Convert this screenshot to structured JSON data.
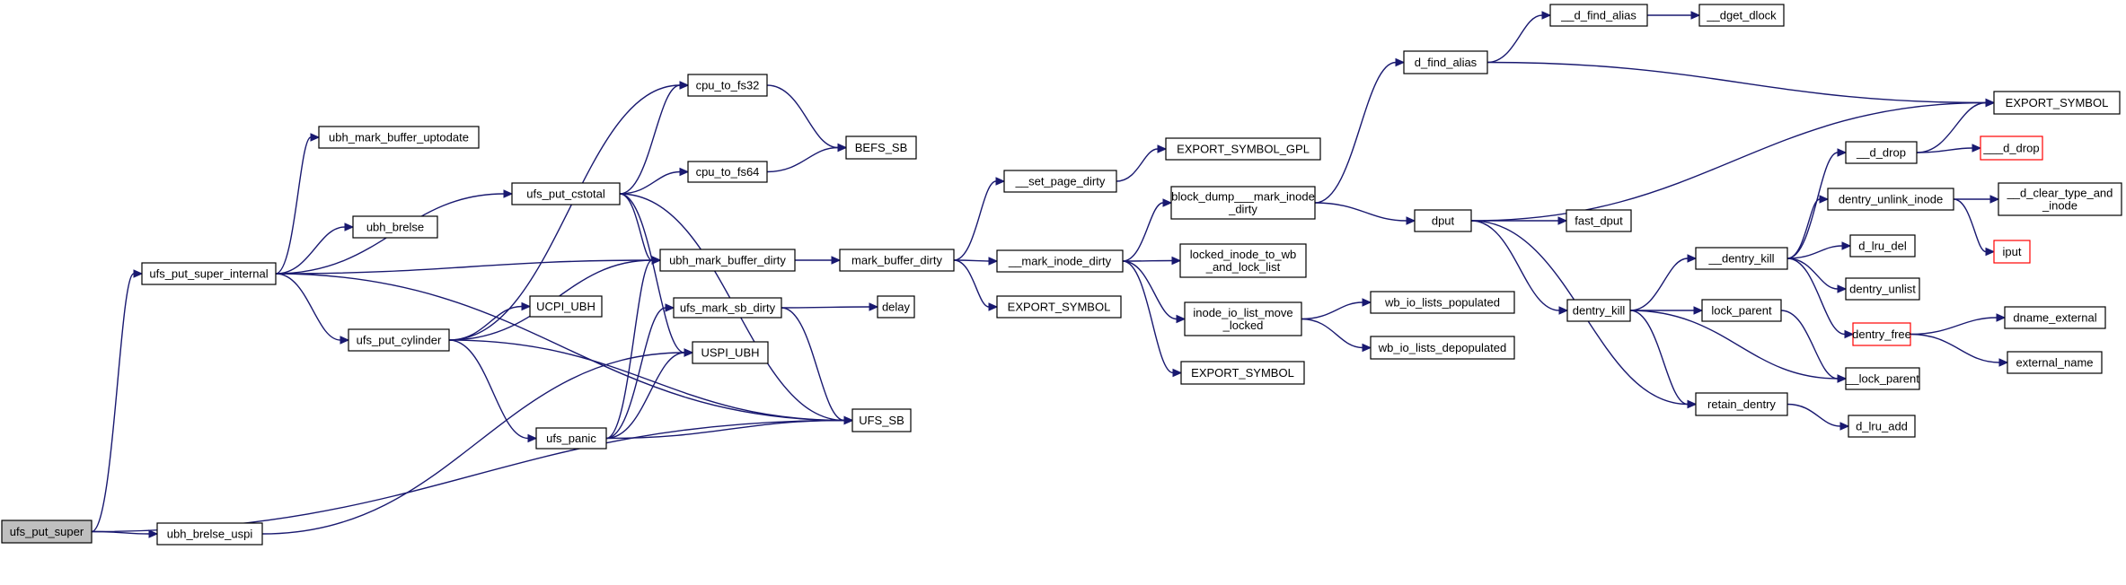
{
  "colors": {
    "edge": "#191970",
    "node_border_normal": "#000000",
    "node_border_truncated": "#ff0000",
    "node_fill": "#ffffff",
    "root_fill": "#bfbfbf",
    "background": "#ffffff"
  },
  "nodes": [
    {
      "id": "ufs_put_super",
      "lines": [
        "ufs_put_super"
      ],
      "root": true
    },
    {
      "id": "ubh_brelse_uspi",
      "lines": [
        "ubh_brelse_uspi"
      ]
    },
    {
      "id": "ufs_put_super_internal",
      "lines": [
        "ufs_put_super_internal"
      ]
    },
    {
      "id": "ubh_mark_buffer_uptodate",
      "lines": [
        "ubh_mark_buffer_uptodate"
      ]
    },
    {
      "id": "ubh_brelse",
      "lines": [
        "ubh_brelse"
      ]
    },
    {
      "id": "ufs_put_cylinder",
      "lines": [
        "ufs_put_cylinder"
      ]
    },
    {
      "id": "ufs_put_cstotal",
      "lines": [
        "ufs_put_cstotal"
      ]
    },
    {
      "id": "UCPI_UBH",
      "lines": [
        "UCPI_UBH"
      ]
    },
    {
      "id": "ufs_panic",
      "lines": [
        "ufs_panic"
      ]
    },
    {
      "id": "cpu_to_fs32",
      "lines": [
        "cpu_to_fs32"
      ]
    },
    {
      "id": "cpu_to_fs64",
      "lines": [
        "cpu_to_fs64"
      ]
    },
    {
      "id": "BEFS_SB",
      "lines": [
        "BEFS_SB"
      ]
    },
    {
      "id": "ubh_mark_buffer_dirty",
      "lines": [
        "ubh_mark_buffer_dirty"
      ]
    },
    {
      "id": "ufs_mark_sb_dirty",
      "lines": [
        "ufs_mark_sb_dirty"
      ]
    },
    {
      "id": "USPI_UBH",
      "lines": [
        "USPI_UBH"
      ]
    },
    {
      "id": "UFS_SB",
      "lines": [
        "UFS_SB"
      ]
    },
    {
      "id": "delay",
      "lines": [
        "delay"
      ]
    },
    {
      "id": "mark_buffer_dirty",
      "lines": [
        "mark_buffer_dirty"
      ]
    },
    {
      "id": "set_page_dirty",
      "lines": [
        "__set_page_dirty"
      ]
    },
    {
      "id": "mark_inode_dirty",
      "lines": [
        "__mark_inode_dirty"
      ]
    },
    {
      "id": "EXPORT_SYMBOL_1",
      "lines": [
        "EXPORT_SYMBOL"
      ]
    },
    {
      "id": "EXPORT_SYMBOL_GPL",
      "lines": [
        "EXPORT_SYMBOL_GPL"
      ]
    },
    {
      "id": "block_dump",
      "lines": [
        "block_dump___mark_inode",
        "_dirty"
      ]
    },
    {
      "id": "locked_inode",
      "lines": [
        "locked_inode_to_wb",
        "_and_lock_list"
      ]
    },
    {
      "id": "inode_io_list_move",
      "lines": [
        "inode_io_list_move",
        "_locked"
      ]
    },
    {
      "id": "EXPORT_SYMBOL_2",
      "lines": [
        "EXPORT_SYMBOL"
      ]
    },
    {
      "id": "d_find_alias",
      "lines": [
        "d_find_alias"
      ]
    },
    {
      "id": "__d_find_alias",
      "lines": [
        "__d_find_alias"
      ]
    },
    {
      "id": "__dget_dlock",
      "lines": [
        "__dget_dlock"
      ]
    },
    {
      "id": "dput",
      "lines": [
        "dput"
      ]
    },
    {
      "id": "wb_io_lists_populated",
      "lines": [
        "wb_io_lists_populated"
      ]
    },
    {
      "id": "wb_io_lists_depopulated",
      "lines": [
        "wb_io_lists_depopulated"
      ]
    },
    {
      "id": "fast_dput",
      "lines": [
        "fast_dput"
      ]
    },
    {
      "id": "dentry_kill",
      "lines": [
        "dentry_kill"
      ]
    },
    {
      "id": "lock_parent",
      "lines": [
        "lock_parent"
      ]
    },
    {
      "id": "retain_dentry",
      "lines": [
        "retain_dentry"
      ]
    },
    {
      "id": "__dentry_kill",
      "lines": [
        "__dentry_kill"
      ]
    },
    {
      "id": "EXPORT_SYMBOL_3",
      "lines": [
        "EXPORT_SYMBOL"
      ]
    },
    {
      "id": "__d_drop",
      "lines": [
        "__d_drop"
      ]
    },
    {
      "id": "___d_drop",
      "lines": [
        "___d_drop"
      ],
      "truncated": true
    },
    {
      "id": "dentry_unlink_inode",
      "lines": [
        "dentry_unlink_inode"
      ]
    },
    {
      "id": "__d_clear_type_and_inode",
      "lines": [
        "__d_clear_type_and",
        "_inode"
      ]
    },
    {
      "id": "iput",
      "lines": [
        "iput"
      ],
      "truncated": true
    },
    {
      "id": "d_lru_del",
      "lines": [
        "d_lru_del"
      ]
    },
    {
      "id": "dentry_unlist",
      "lines": [
        "dentry_unlist"
      ]
    },
    {
      "id": "dentry_free",
      "lines": [
        "dentry_free"
      ],
      "truncated": true
    },
    {
      "id": "dname_external",
      "lines": [
        "dname_external"
      ]
    },
    {
      "id": "external_name",
      "lines": [
        "external_name"
      ]
    },
    {
      "id": "__lock_parent",
      "lines": [
        "__lock_parent"
      ]
    },
    {
      "id": "d_lru_add",
      "lines": [
        "d_lru_add"
      ]
    }
  ],
  "edges": [
    [
      "ufs_put_super",
      "ufs_put_super_internal"
    ],
    [
      "ufs_put_super",
      "ubh_brelse_uspi"
    ],
    [
      "ufs_put_super",
      "UFS_SB"
    ],
    [
      "ubh_brelse_uspi",
      "USPI_UBH"
    ],
    [
      "ufs_put_super_internal",
      "ubh_mark_buffer_uptodate"
    ],
    [
      "ufs_put_super_internal",
      "ufs_put_cstotal"
    ],
    [
      "ufs_put_super_internal",
      "ubh_brelse"
    ],
    [
      "ufs_put_super_internal",
      "ubh_mark_buffer_dirty"
    ],
    [
      "ufs_put_super_internal",
      "ufs_put_cylinder"
    ],
    [
      "ufs_put_super_internal",
      "UFS_SB"
    ],
    [
      "ufs_put_cylinder",
      "cpu_to_fs32"
    ],
    [
      "ufs_put_cylinder",
      "ubh_mark_buffer_dirty"
    ],
    [
      "ufs_put_cylinder",
      "UCPI_UBH"
    ],
    [
      "ufs_put_cylinder",
      "ufs_panic"
    ],
    [
      "ufs_put_cylinder",
      "UFS_SB"
    ],
    [
      "ufs_put_cstotal",
      "cpu_to_fs32"
    ],
    [
      "ufs_put_cstotal",
      "cpu_to_fs64"
    ],
    [
      "ufs_put_cstotal",
      "ubh_mark_buffer_dirty"
    ],
    [
      "ufs_put_cstotal",
      "USPI_UBH"
    ],
    [
      "ufs_put_cstotal",
      "UFS_SB"
    ],
    [
      "ufs_panic",
      "ubh_mark_buffer_dirty"
    ],
    [
      "ufs_panic",
      "ufs_mark_sb_dirty"
    ],
    [
      "ufs_panic",
      "USPI_UBH"
    ],
    [
      "ufs_panic",
      "UFS_SB"
    ],
    [
      "cpu_to_fs32",
      "BEFS_SB"
    ],
    [
      "cpu_to_fs64",
      "BEFS_SB"
    ],
    [
      "ubh_mark_buffer_dirty",
      "mark_buffer_dirty"
    ],
    [
      "ufs_mark_sb_dirty",
      "delay"
    ],
    [
      "ufs_mark_sb_dirty",
      "UFS_SB"
    ],
    [
      "mark_buffer_dirty",
      "set_page_dirty"
    ],
    [
      "mark_buffer_dirty",
      "mark_inode_dirty"
    ],
    [
      "mark_buffer_dirty",
      "EXPORT_SYMBOL_1"
    ],
    [
      "set_page_dirty",
      "EXPORT_SYMBOL_GPL"
    ],
    [
      "mark_inode_dirty",
      "block_dump"
    ],
    [
      "mark_inode_dirty",
      "locked_inode"
    ],
    [
      "mark_inode_dirty",
      "inode_io_list_move"
    ],
    [
      "mark_inode_dirty",
      "EXPORT_SYMBOL_2"
    ],
    [
      "block_dump",
      "d_find_alias"
    ],
    [
      "block_dump",
      "dput"
    ],
    [
      "d_find_alias",
      "__d_find_alias"
    ],
    [
      "d_find_alias",
      "EXPORT_SYMBOL_3"
    ],
    [
      "__d_find_alias",
      "__dget_dlock"
    ],
    [
      "inode_io_list_move",
      "wb_io_lists_populated"
    ],
    [
      "inode_io_list_move",
      "wb_io_lists_depopulated"
    ],
    [
      "dput",
      "EXPORT_SYMBOL_3"
    ],
    [
      "dput",
      "fast_dput"
    ],
    [
      "dput",
      "dentry_kill"
    ],
    [
      "dput",
      "retain_dentry"
    ],
    [
      "dentry_kill",
      "__dentry_kill"
    ],
    [
      "dentry_kill",
      "lock_parent"
    ],
    [
      "dentry_kill",
      "__lock_parent"
    ],
    [
      "dentry_kill",
      "retain_dentry"
    ],
    [
      "lock_parent",
      "__lock_parent"
    ],
    [
      "retain_dentry",
      "d_lru_add"
    ],
    [
      "__dentry_kill",
      "__d_drop"
    ],
    [
      "__dentry_kill",
      "dentry_unlink_inode"
    ],
    [
      "__dentry_kill",
      "d_lru_del"
    ],
    [
      "__dentry_kill",
      "dentry_unlist"
    ],
    [
      "__dentry_kill",
      "dentry_free"
    ],
    [
      "__d_drop",
      "EXPORT_SYMBOL_3"
    ],
    [
      "__d_drop",
      "___d_drop"
    ],
    [
      "dentry_unlink_inode",
      "__d_clear_type_and_inode"
    ],
    [
      "dentry_unlink_inode",
      "iput"
    ],
    [
      "dentry_free",
      "dname_external"
    ],
    [
      "dentry_free",
      "external_name"
    ]
  ]
}
